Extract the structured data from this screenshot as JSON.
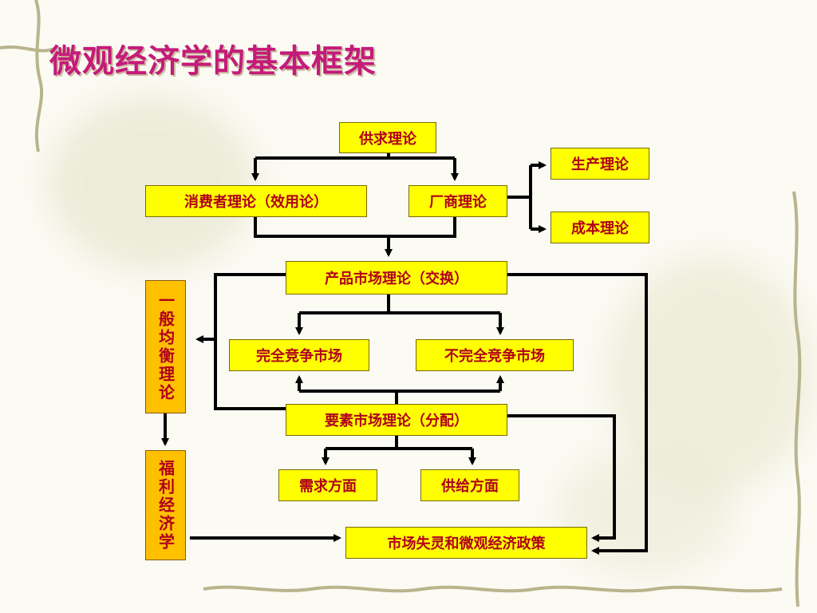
{
  "title": "微观经济学的基本框架",
  "diagram": {
    "supply_demand": "供求理论",
    "consumer": "消费者理论（效用论）",
    "firm": "厂商理论",
    "production": "生产理论",
    "cost": "成本理论",
    "product_market": "产品市场理论（交换）",
    "perfect_competition": "完全竞争市场",
    "imperfect_competition": "不完全竞争市场",
    "factor_market": "要素市场理论（分配）",
    "demand_side": "需求方面",
    "supply_side": "供给方面",
    "general_equilibrium": "一般均衡理论",
    "welfare": "福利经济学",
    "market_failure": "市场失灵和微观经济政策"
  },
  "colors": {
    "title": "#c41b7a",
    "box_fill": "#ffff00",
    "side_box_fill": "#ffc000",
    "box_text": "#b0001a",
    "connector": "#000000"
  }
}
